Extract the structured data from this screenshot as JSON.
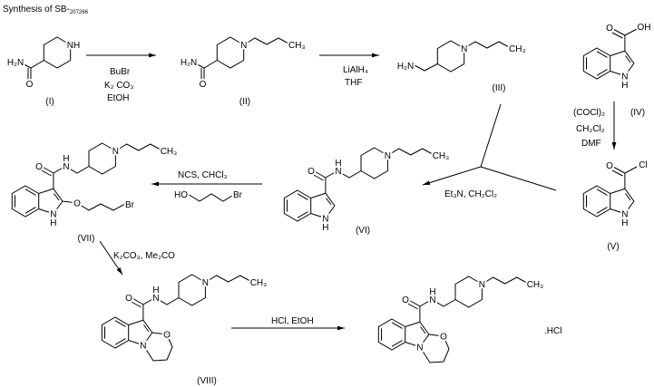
{
  "title": {
    "text": "Synthesis of SB-",
    "subscript": "207266"
  },
  "atoms": {
    "O": "O",
    "N": "N",
    "NH": "NH",
    "H": "H",
    "CH3": "CH₃",
    "H2N": "H₂N",
    "OH": "OH",
    "Cl": "Cl",
    "Br": "Br",
    "HO": "HO",
    "O_ring": "O"
  },
  "compounds": {
    "I": "(I)",
    "II": "(II)",
    "III": "(III)",
    "IV": "(IV)",
    "V": "(V)",
    "VI": "(VI)",
    "VII": "(VII)",
    "VIII": "(VIII)",
    "final_salt": ".HCl"
  },
  "steps": {
    "s1": [
      "BuBr",
      "K₂ CO₃",
      "EtOH"
    ],
    "s2": [
      "LiAlH₄",
      "THF"
    ],
    "s3": [
      "(COCl)₂",
      "CH₂Cl₂",
      "DMF"
    ],
    "s4": [
      "Et₃N, CH₂Cl₂"
    ],
    "s5": [
      "NCS, CHCl₃"
    ],
    "s6": [
      "K₂CO₃, Me₂CO"
    ],
    "s7": [
      "HCl, EtOH"
    ]
  }
}
